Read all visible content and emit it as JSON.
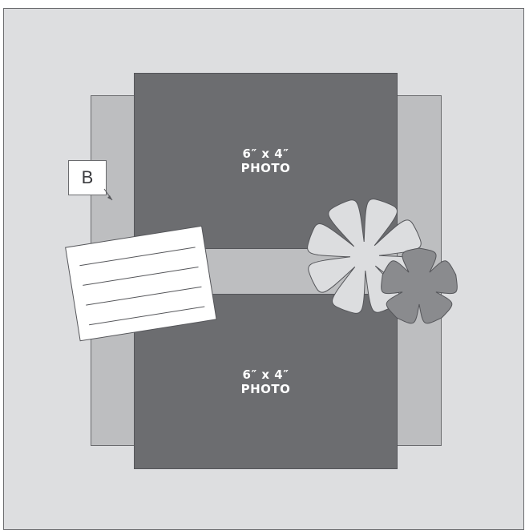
{
  "layout": {
    "photos": [
      {
        "line1": "6″ x 4″",
        "line2": "PHOTO"
      },
      {
        "line1": "6″ x 4″",
        "line2": "PHOTO"
      }
    ],
    "marker_label": "B"
  },
  "colors": {
    "background": "#dddee0",
    "mat": "#bdbec0",
    "photo": "#6c6d70",
    "flower_light": "#dcdddf",
    "flower_dark": "#8a8b8e",
    "journal_card": "#ffffff",
    "outline": "#55565a"
  }
}
